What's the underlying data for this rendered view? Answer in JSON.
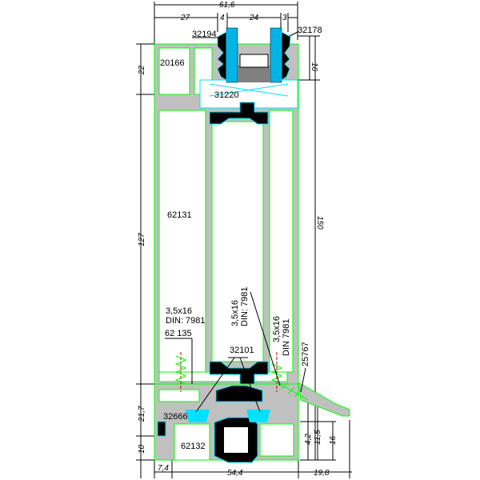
{
  "colors": {
    "profile_fill": "#c0c0c0",
    "profile_outline": "#00ff00",
    "glass": "#00b4e6",
    "gasket": "#000000",
    "gasket_outline": "#00e0ff",
    "spacer": "#808080",
    "screw": "#00ff00",
    "axis": "#c00000",
    "dimension": "#000000",
    "background": "#ffffff"
  },
  "labels": {
    "p32194": "32194",
    "p32178": "32178",
    "p20166": "20166",
    "p31220": "31220",
    "p62131": "62131",
    "screw_left_size": "3,5x16",
    "screw_left_din": "DIN: 7981",
    "p62135": "62 135",
    "p32101": "32101",
    "screw_mid_size": "3,5x16",
    "screw_mid_din": "DIN: 7981",
    "screw_right_size": "3,5x16",
    "screw_right_din": "DIN 7981",
    "p25767": "25767",
    "p32666": "32666",
    "p62132": "62132"
  },
  "dimensions": {
    "top_total": "61,6",
    "top_27": "27",
    "top_4": "4",
    "top_24": "24",
    "top_3": "3",
    "right_16_top": "16",
    "right_150": "150",
    "left_22": "22",
    "left_127": "127",
    "left_21_7": "21,7",
    "left_10": "10",
    "bottom_7_4": "7,4",
    "bottom_54_4": "54,4",
    "bottom_19_8": "19,8",
    "right_4_2": "4,2",
    "right_11_5": "11,5",
    "right_16_bottom": "16"
  }
}
